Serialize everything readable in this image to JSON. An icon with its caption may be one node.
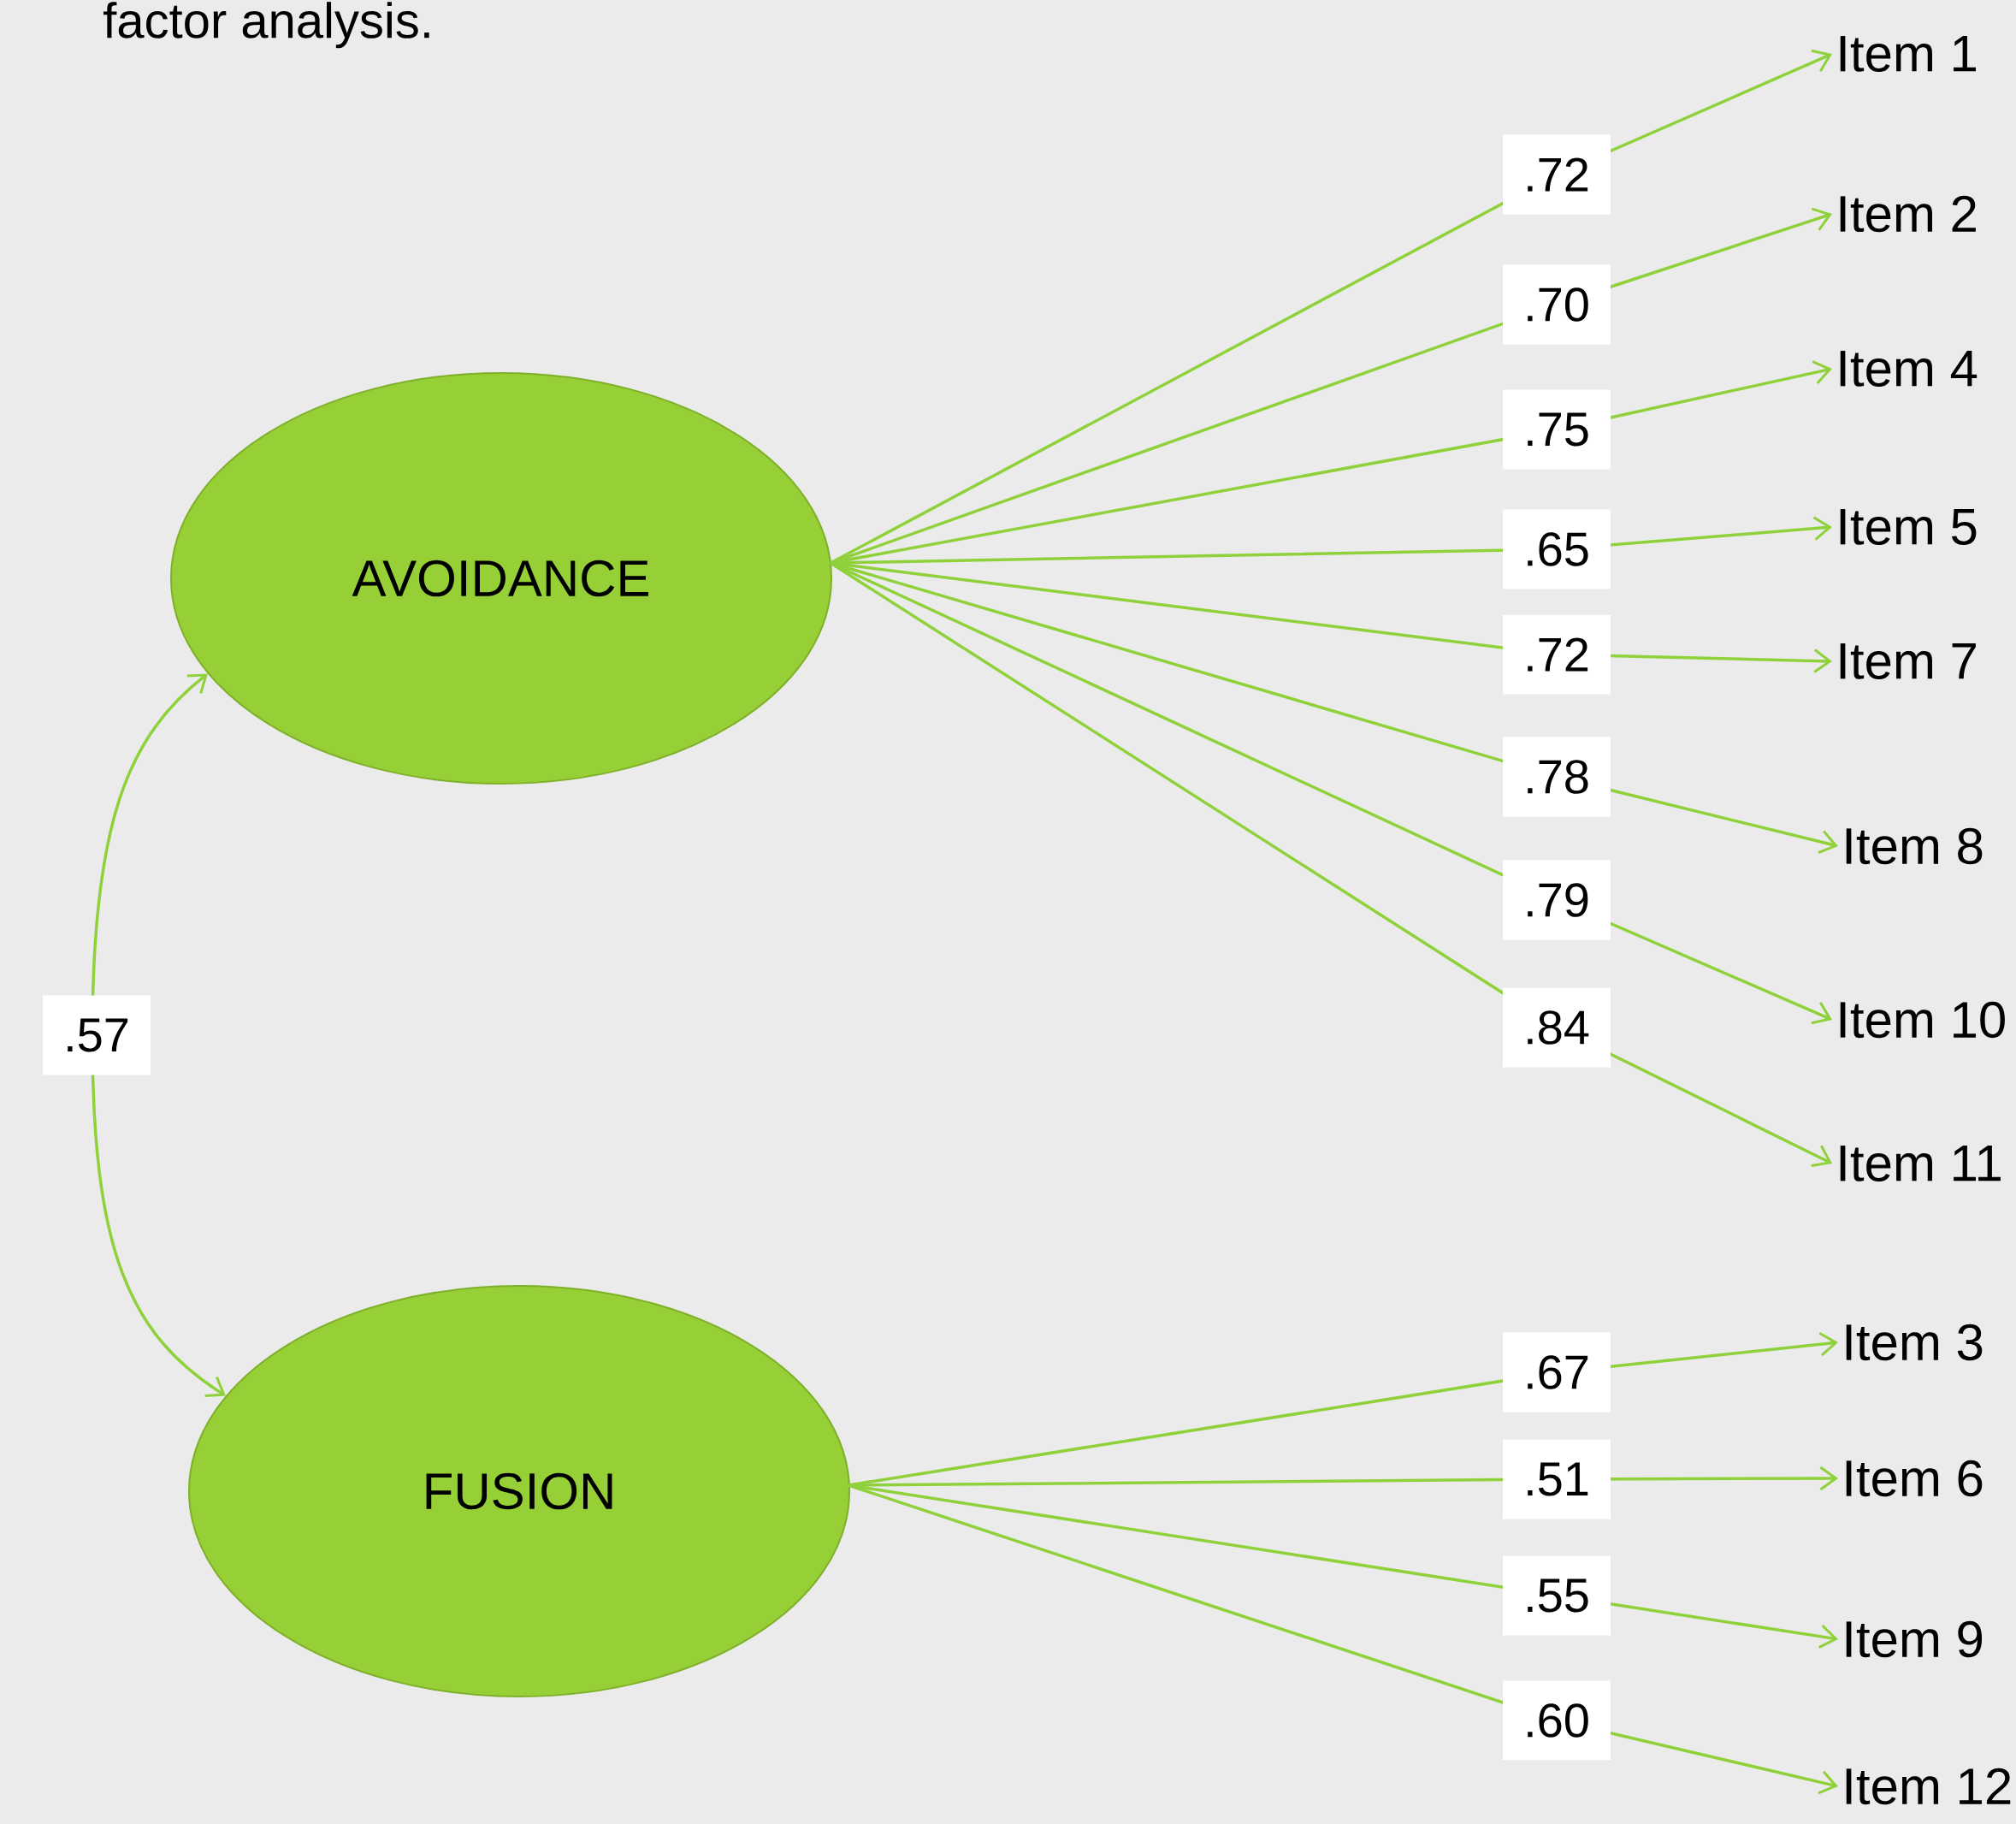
{
  "diagram": {
    "nodes": [
      {
        "text": [
          "AVOIDANCE"
        ]
      },
      {
        "text": [
          "FUSION"
        ]
      },
      {
        "text": [
          "Item 1"
        ]
      },
      {
        "text": [
          "Item 2"
        ]
      },
      {
        "text": [
          "Item 4"
        ]
      },
      {
        "text": [
          "Item 5"
        ]
      },
      {
        "text": [
          "Item 7"
        ]
      },
      {
        "text": [
          "Item 8"
        ]
      },
      {
        "text": [
          "Item 10"
        ]
      },
      {
        "text": [
          "Item 11"
        ]
      },
      {
        "text": [
          "Item 3"
        ]
      },
      {
        "text": [
          "Item 6"
        ]
      },
      {
        "text": [
          "Item 9"
        ]
      },
      {
        "text": [
          "Item 12"
        ]
      }
    ],
    "edges": [
      {
        "from": 0,
        "to": 2,
        "arrow": "to",
        "label": ".72"
      },
      {
        "from": 0,
        "to": 3,
        "arrow": "to",
        "label": ".70"
      },
      {
        "from": 0,
        "to": 4,
        "arrow": "to",
        "label": ".75"
      },
      {
        "from": 0,
        "to": 5,
        "arrow": "to",
        "label": ".65"
      },
      {
        "from": 0,
        "to": 6,
        "arrow": "to",
        "label": ".72"
      },
      {
        "from": 0,
        "to": 7,
        "arrow": "to",
        "label": ".78"
      },
      {
        "from": 0,
        "to": 8,
        "arrow": "to",
        "label": ".79"
      },
      {
        "from": 0,
        "to": 9,
        "arrow": "to",
        "label": ".84"
      },
      {
        "from": 1,
        "to": 10,
        "arrow": "to",
        "label": ".67"
      },
      {
        "from": 1,
        "to": 11,
        "arrow": "to",
        "label": ".51"
      },
      {
        "from": 1,
        "to": 12,
        "arrow": "to",
        "label": ".55"
      },
      {
        "from": 1,
        "to": 13,
        "arrow": "to",
        "label": ".60"
      },
      {
        "from": 1,
        "to": 0,
        "arrow": "both",
        "label": ".57"
      }
    ],
    "labels": [
      "factor analysis."
    ]
  }
}
